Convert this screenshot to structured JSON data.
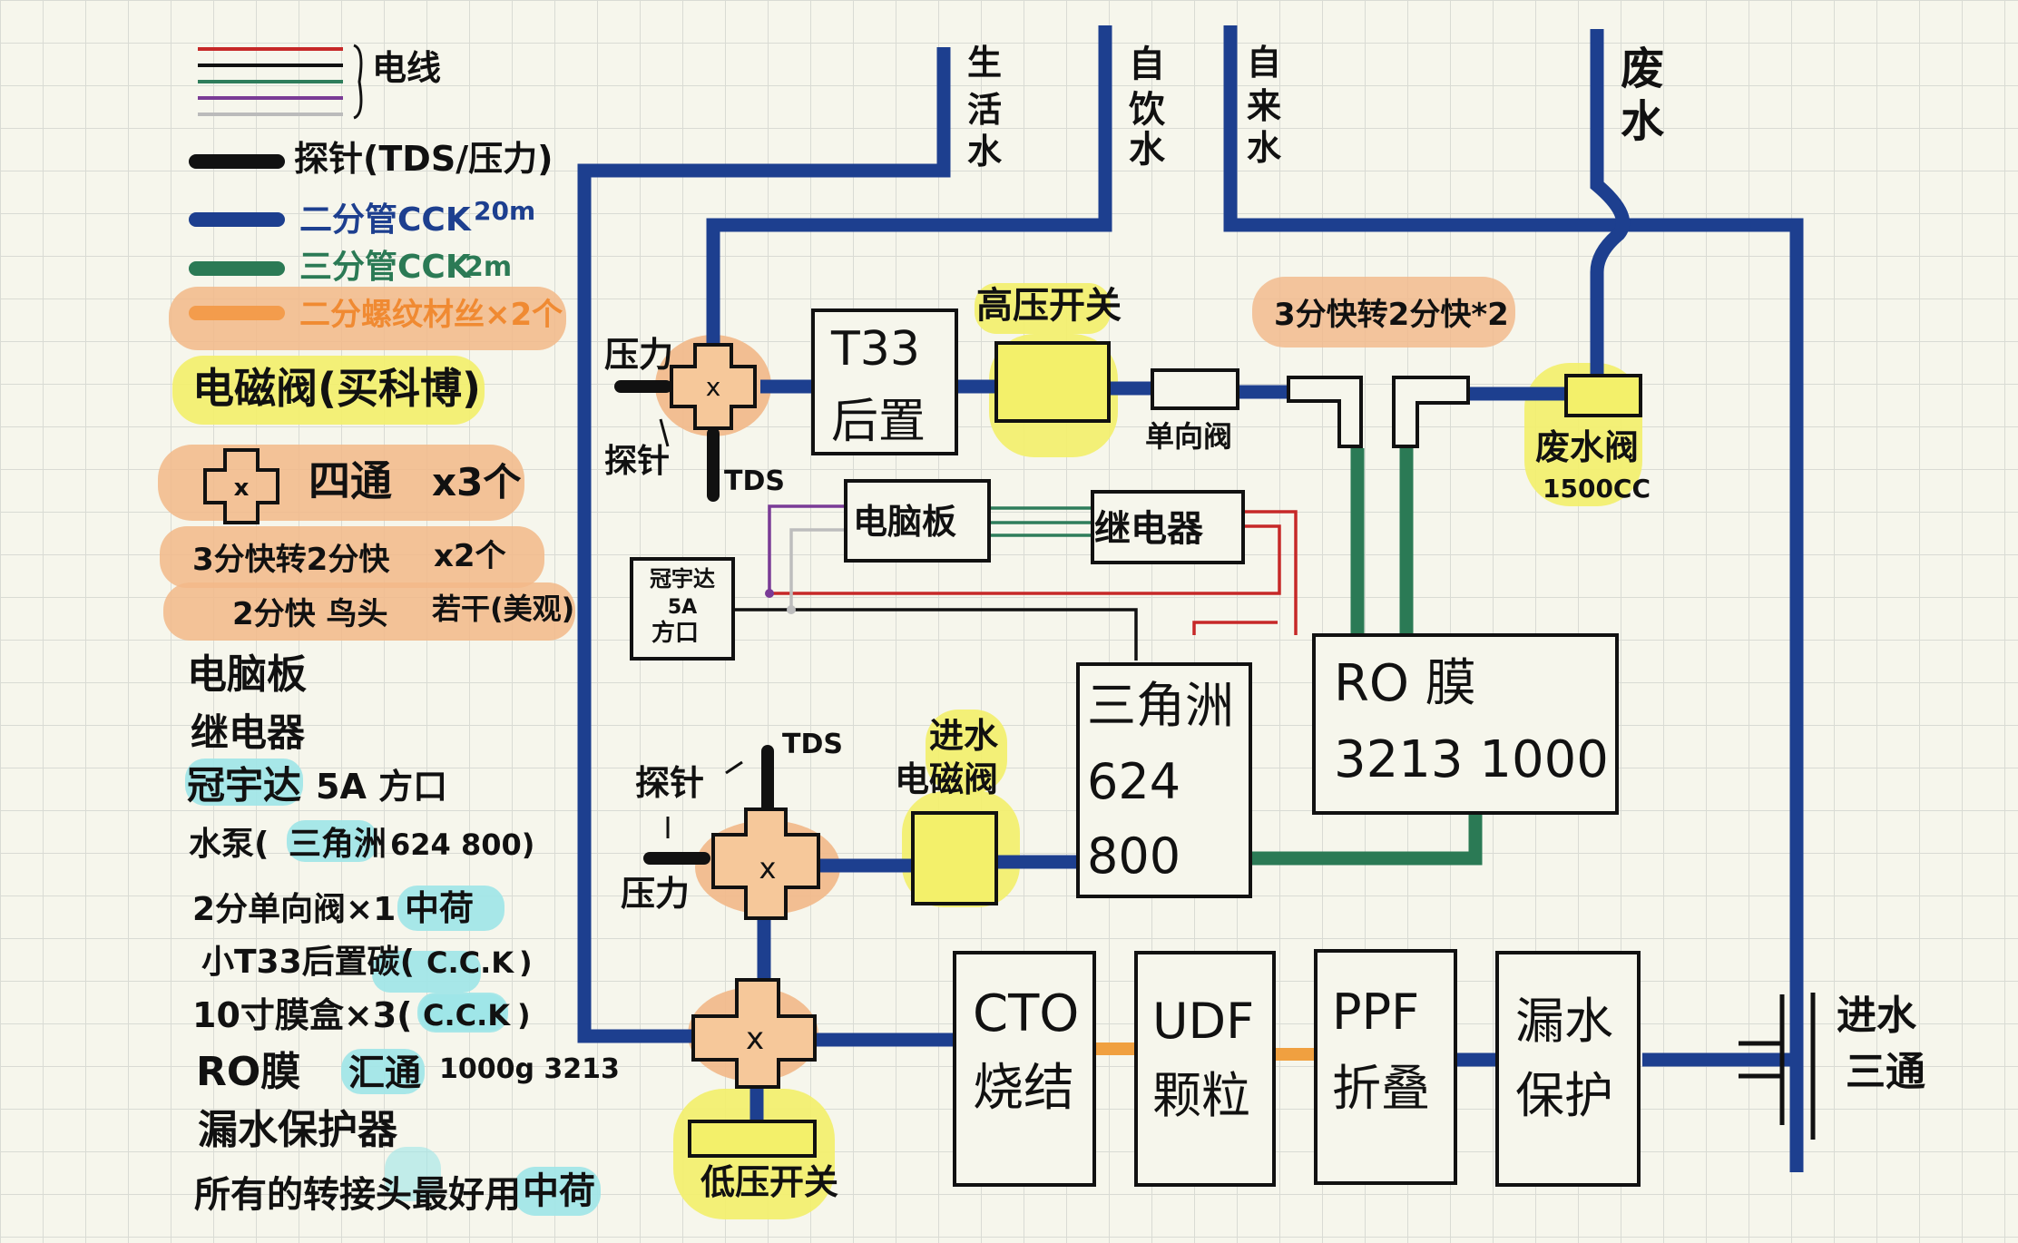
{
  "legend": {
    "wires_label": "电线",
    "probe_label": "探针(TDS/压力)",
    "pipe2_label": "二分管CCK",
    "pipe2_len": "20m",
    "pipe3_label": "三分管CCK",
    "pipe3_len": "2m",
    "thread_label": "二分螺纹材丝×2个",
    "solenoid_label": "电磁阀(买科博)",
    "cross_label": "四通",
    "cross_count": "x3个",
    "quick_label": "3分快转2分快",
    "quick_count": "x2个",
    "quick2_label": "2分快 鸟头",
    "quick2_count": "若干(美观)"
  },
  "parts_list": {
    "board": "电脑板",
    "relay": "继电器",
    "power_hl": "冠宇达",
    "power_rest": "5A 方口",
    "pump_a": "水泵(",
    "pump_hl": "三角洲",
    "pump_b": "624 800)",
    "check_a": "2分单向阀×1",
    "check_hl": "中荷",
    "carbon_a": "小T33后置碳(",
    "carbon_hl": "C.C.K",
    "carbon_b": ")",
    "housing_a": "10寸膜盒×3(",
    "housing_hl": "C.C.K",
    "housing_b": ")",
    "ro_a": "RO膜",
    "ro_hl": "汇通",
    "ro_b": "1000g 3213",
    "leak": "漏水保护器",
    "fittings_a": "所有的转接头最好用",
    "fittings_hl": "中荷"
  },
  "outlets": {
    "living": [
      "生",
      "活",
      "水"
    ],
    "drinking": [
      "自",
      "饮",
      "水"
    ],
    "tap": [
      "自",
      "来",
      "水"
    ],
    "waste": [
      "废",
      "水"
    ]
  },
  "components": {
    "t33_line1": "T33",
    "t33_line2": "后置",
    "hp_switch": "高压开关",
    "check_valve": "单向阀",
    "quick_note": "3分快转2分快*2",
    "waste_valve_l1": "废水阀",
    "waste_valve_l2": "1500CC",
    "board": "电脑板",
    "relay": "继电器",
    "power_l1": "冠宇达",
    "power_l2": "5A",
    "power_l3": "方口",
    "pump_l1": "三角洲",
    "pump_l2": "624",
    "pump_l3": "800",
    "ro_l1": "RO 膜",
    "ro_l2": "3213 1000",
    "inlet_valve_l1": "进水",
    "inlet_valve_l2": "电磁阀",
    "pressure_top": "压力",
    "probe_top": "探针",
    "tds_top": "TDS",
    "probe_mid": "探针",
    "tds_mid": "TDS",
    "pressure_mid": "压力",
    "lp_switch": "低压开关",
    "cto_l1": "CTO",
    "cto_l2": "烧结",
    "udf_l1": "UDF",
    "udf_l2": "颗粒",
    "ppf_l1": "PPF",
    "ppf_l2": "折叠",
    "leak_l1": "漏水",
    "leak_l2": "保护",
    "inlet_tee_l1": "进水",
    "inlet_tee_l2": "三通",
    "cross_mark": "x"
  },
  "colors": {
    "blue_pipe": "#1d3f8f",
    "green_pipe": "#2b7a55",
    "orange_fitting": "#f0b26c",
    "yellow_highlight": "#f3f06a",
    "cyan_highlight": "#9fe6e8",
    "wire_red": "#c62828",
    "wire_green": "#2e7d5b",
    "wire_purple": "#7a3b96"
  }
}
